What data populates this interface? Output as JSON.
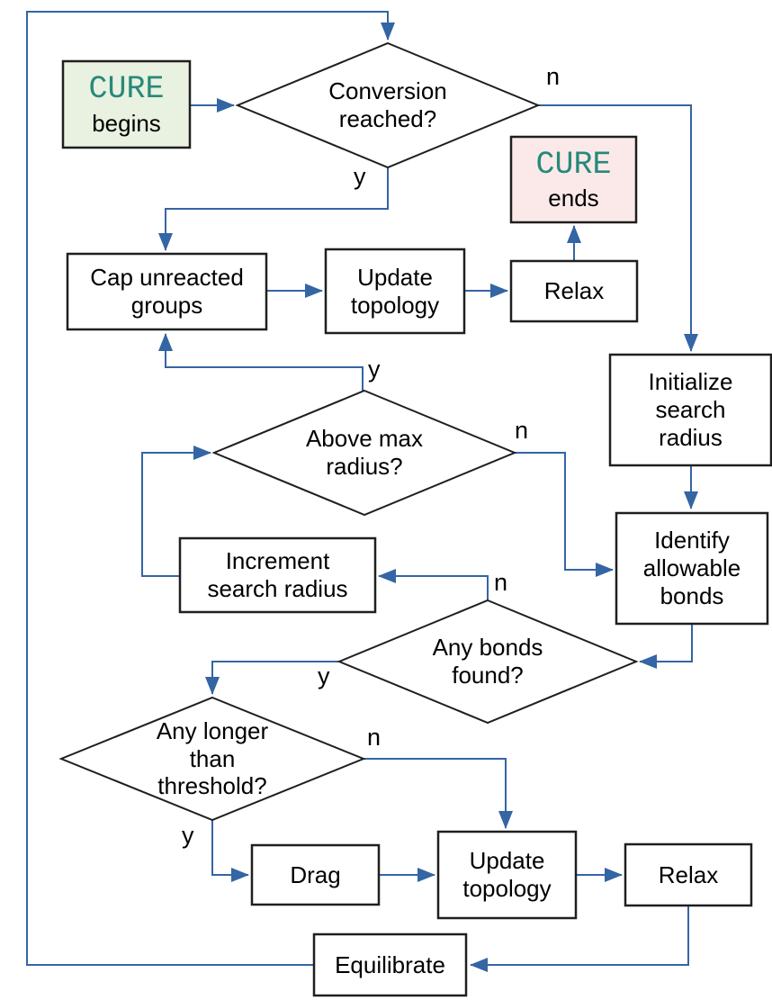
{
  "nodes": {
    "cure_begins": {
      "title": "CURE",
      "subtitle": "begins"
    },
    "conversion_reached": {
      "label": "Conversion\nreached?"
    },
    "cure_ends": {
      "title": "CURE",
      "subtitle": "ends"
    },
    "cap_unreacted_groups": {
      "label": "Cap unreacted\ngroups"
    },
    "update_topology_top": {
      "label": "Update\ntopology"
    },
    "relax_top": {
      "label": "Relax"
    },
    "initialize_search_radius": {
      "label": "Initialize\nsearch\nradius"
    },
    "above_max_radius": {
      "label": "Above max\nradius?"
    },
    "increment_search_radius": {
      "label": "Increment\nsearch radius"
    },
    "identify_allowable_bonds": {
      "label": "Identify\nallowable\nbonds"
    },
    "any_bonds_found": {
      "label": "Any bonds\nfound?"
    },
    "any_longer_than_threshold": {
      "label": "Any longer\nthan\nthreshold?"
    },
    "drag": {
      "label": "Drag"
    },
    "update_topology_bottom": {
      "label": "Update\ntopology"
    },
    "relax_bottom": {
      "label": "Relax"
    },
    "equilibrate": {
      "label": "Equilibrate"
    }
  },
  "edge_labels": {
    "conversion_no": "n",
    "conversion_yes": "y",
    "above_max_yes": "y",
    "above_max_no": "n",
    "any_bonds_no": "n",
    "any_bonds_yes": "y",
    "any_longer_no": "n",
    "any_longer_yes": "y"
  },
  "colors": {
    "connector_blue": "#3465a4",
    "shape_border": "#1f1f1f",
    "begin_box_fill": "#e9f1e0",
    "end_box_fill": "#fbe9e9",
    "cure_text_teal": "#27897a",
    "process_box_fill": "#ffffff",
    "background": "#ffffff",
    "text": "#000000"
  }
}
